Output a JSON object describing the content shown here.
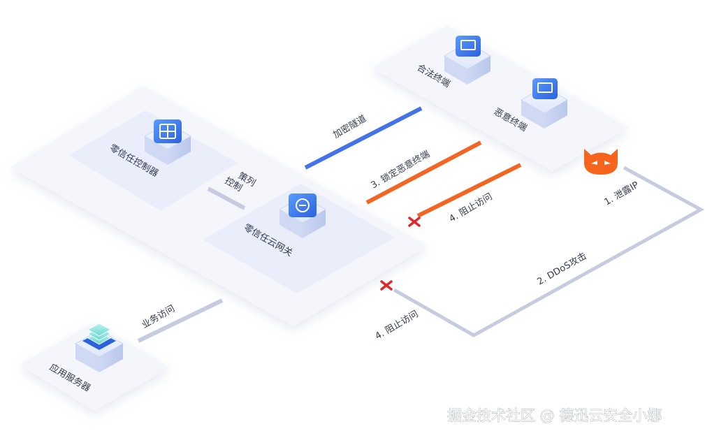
{
  "nodes": {
    "controller": {
      "label": "零信任控制器",
      "icon": "grid-chip-icon"
    },
    "gateway": {
      "label": "零信任云网关",
      "icon": "cloud-gateway-icon"
    },
    "legit_terminal": {
      "label": "合法终端",
      "icon": "terminal-screen-icon"
    },
    "malicious_terminal": {
      "label": "恶意终端",
      "icon": "terminal-screen-icon"
    },
    "app_server": {
      "label": "应用服务器",
      "icon": "server-stack-icon"
    },
    "attacker": {
      "icon": "devil-face-icon"
    }
  },
  "links": {
    "policy_control_1": "策列",
    "policy_control_2": "控制",
    "encrypted_tunnel": "加密隧道",
    "lock_malicious": "3. 锁定恶意终端",
    "block_access_top": "4. 阻止访问",
    "leak_ip": "1. 泄露IP",
    "ddos": "2. DDoS攻击",
    "block_access_bottom": "4. 阻止访问",
    "business_access": "业务访问"
  },
  "colors": {
    "tunnel_blue": "#4472e8",
    "attack_orange": "#f26522",
    "block_red": "#e3262b",
    "attacker_orange": "#f5631c",
    "path_gray": "#c6cbe0",
    "platform": "#f4f6fc",
    "node_blue": "#3d7bf0"
  },
  "watermark": "掘金技术社区 @ 德迅云安全小娜"
}
